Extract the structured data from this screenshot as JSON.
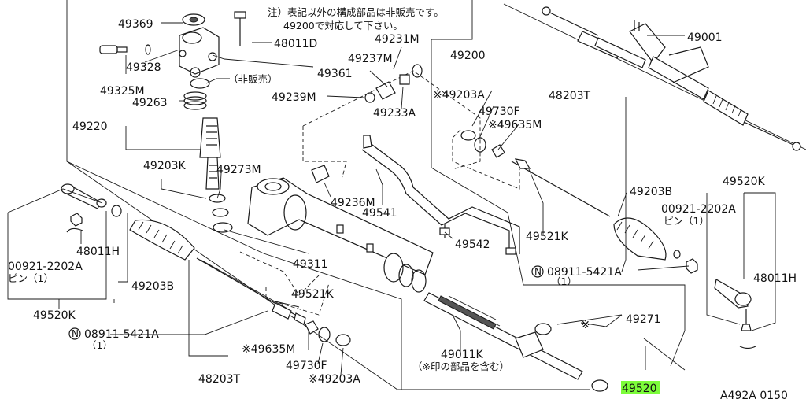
{
  "diagram": {
    "note_line1": "注）表記以外の構成部品は非販売です。",
    "note_line2": "49200で対応して下さい。",
    "highlight_color": "#7CFC3A",
    "code": "A492A 0150",
    "labels": {
      "p49369": "49369",
      "p48011D": "48011D",
      "p49328": "49328",
      "p49325M": "49325M",
      "p49361": "49361",
      "hihanbai": "（非販売）",
      "p49263": "49263",
      "p49220": "49220",
      "p49203K": "49203K",
      "p49273M": "49273M",
      "p49237M": "49237M",
      "p49231M": "49231M",
      "p49200": "49200",
      "p49239M": "49239M",
      "p49233A": "49233A",
      "p49236M": "49236M",
      "p49541": "49541",
      "p49542": "49542",
      "p49311": "49311",
      "p49001": "49001",
      "p48203T_top": "48203T",
      "p49203A_top": "※49203A",
      "p49730F_top": "49730F",
      "p49635M_top": "※49635M",
      "p49203B_right": "49203B",
      "p00921_right": "00921-2202A",
      "pin_right": "ピン（1）",
      "p49521K_right": "49521K",
      "p08911_right": "08911-5421A",
      "qty_right": "（1）",
      "p49520K_right": "49520K",
      "p48011H_right": "48011H",
      "p49271": "49271",
      "asterisk": "※",
      "p49011K": "49011K",
      "p49011K_note": "（※印の部品を含む）",
      "p49520": "49520",
      "p48011H_left": "48011H",
      "p00921_left": "00921-2202A",
      "pin_left": "ピン（1）",
      "p49520K_left": "49520K",
      "p49203B_left": "49203B",
      "p08911_left": "08911-5421A",
      "qty_left": "（1）",
      "p49521K_left": "49521K",
      "p49635M_bottom": "※49635M",
      "p49730F_bottom": "49730F",
      "p49203A_bottom": "※49203A",
      "p48203T_bottom": "48203T",
      "n_circle": "N"
    }
  }
}
